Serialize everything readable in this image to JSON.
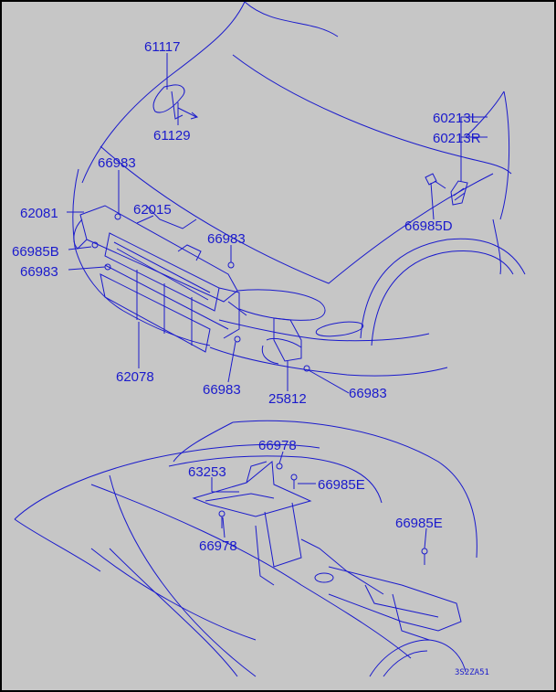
{
  "colors": {
    "background": "#c6c6c6",
    "line": "#1a1acc",
    "frame": "#000000"
  },
  "labels": {
    "p61117": "61117",
    "p61129": "61129",
    "p60213L": "60213L",
    "p60213R": "60213R",
    "p66985D": "66985D",
    "p66983_a": "66983",
    "p62015": "62015",
    "p62081": "62081",
    "p66983_b": "66983",
    "p66985B": "66985B",
    "p66983_c": "66983",
    "p62078": "62078",
    "p66983_d": "66983",
    "p25812": "25812",
    "p66983_e": "66983",
    "p66978_a": "66978",
    "p63253": "63253",
    "p66985E_a": "66985E",
    "p66985E_b": "66985E",
    "p66978_b": "66978"
  },
  "diagram_code": "3S2ZA51"
}
